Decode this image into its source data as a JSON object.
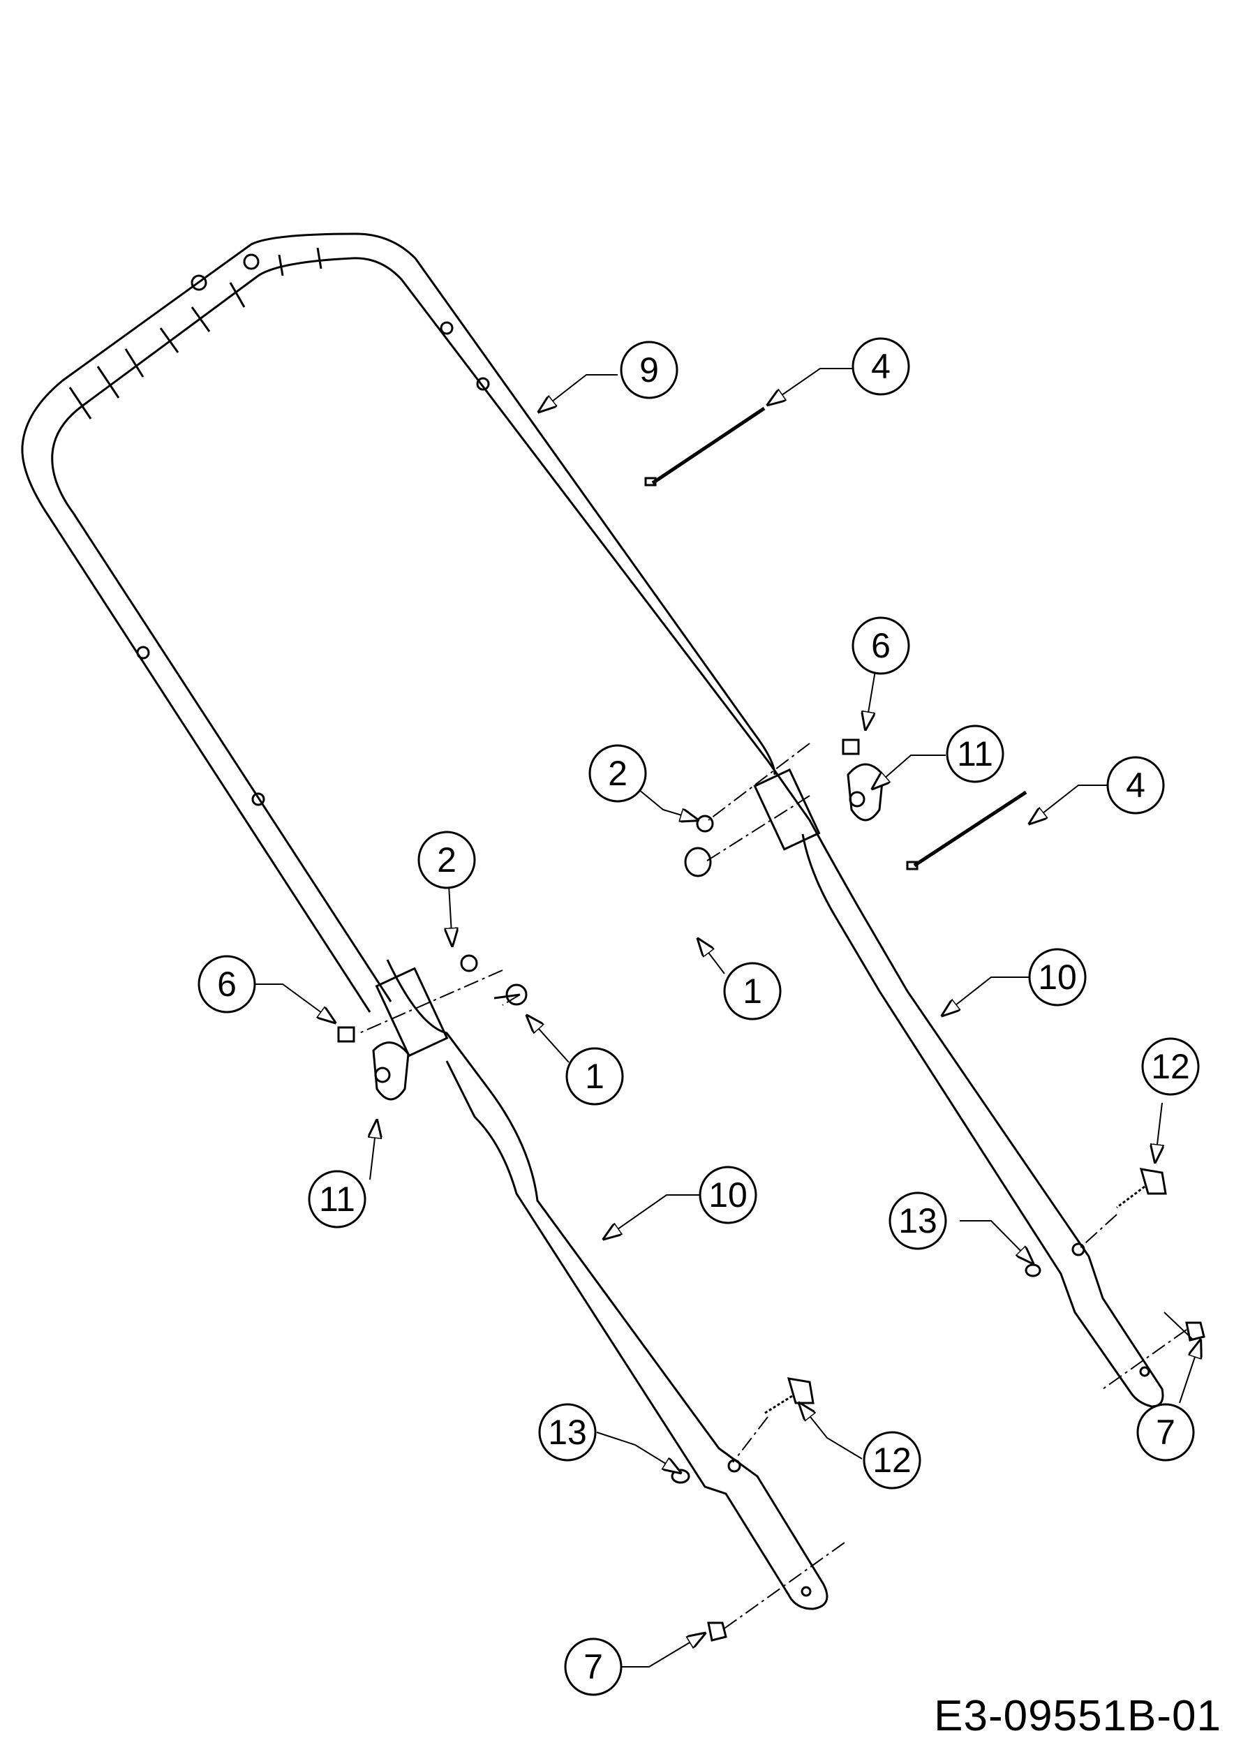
{
  "drawing_number": "E3-09551B-01",
  "callouts": [
    {
      "id": "callout-9",
      "label": "9"
    },
    {
      "id": "callout-4-top",
      "label": "4"
    },
    {
      "id": "callout-6-right",
      "label": "6"
    },
    {
      "id": "callout-11-right",
      "label": "11"
    },
    {
      "id": "callout-2-right",
      "label": "2"
    },
    {
      "id": "callout-4-right",
      "label": "4"
    },
    {
      "id": "callout-1-right",
      "label": "1"
    },
    {
      "id": "callout-10-right",
      "label": "10"
    },
    {
      "id": "callout-2-left",
      "label": "2"
    },
    {
      "id": "callout-6-left",
      "label": "6"
    },
    {
      "id": "callout-1-left",
      "label": "1"
    },
    {
      "id": "callout-11-left",
      "label": "11"
    },
    {
      "id": "callout-10-left",
      "label": "10"
    },
    {
      "id": "callout-12-right",
      "label": "12"
    },
    {
      "id": "callout-13-right",
      "label": "13"
    },
    {
      "id": "callout-7-right",
      "label": "7"
    },
    {
      "id": "callout-13-left",
      "label": "13"
    },
    {
      "id": "callout-12-left",
      "label": "12"
    },
    {
      "id": "callout-7-left",
      "label": "7"
    }
  ]
}
